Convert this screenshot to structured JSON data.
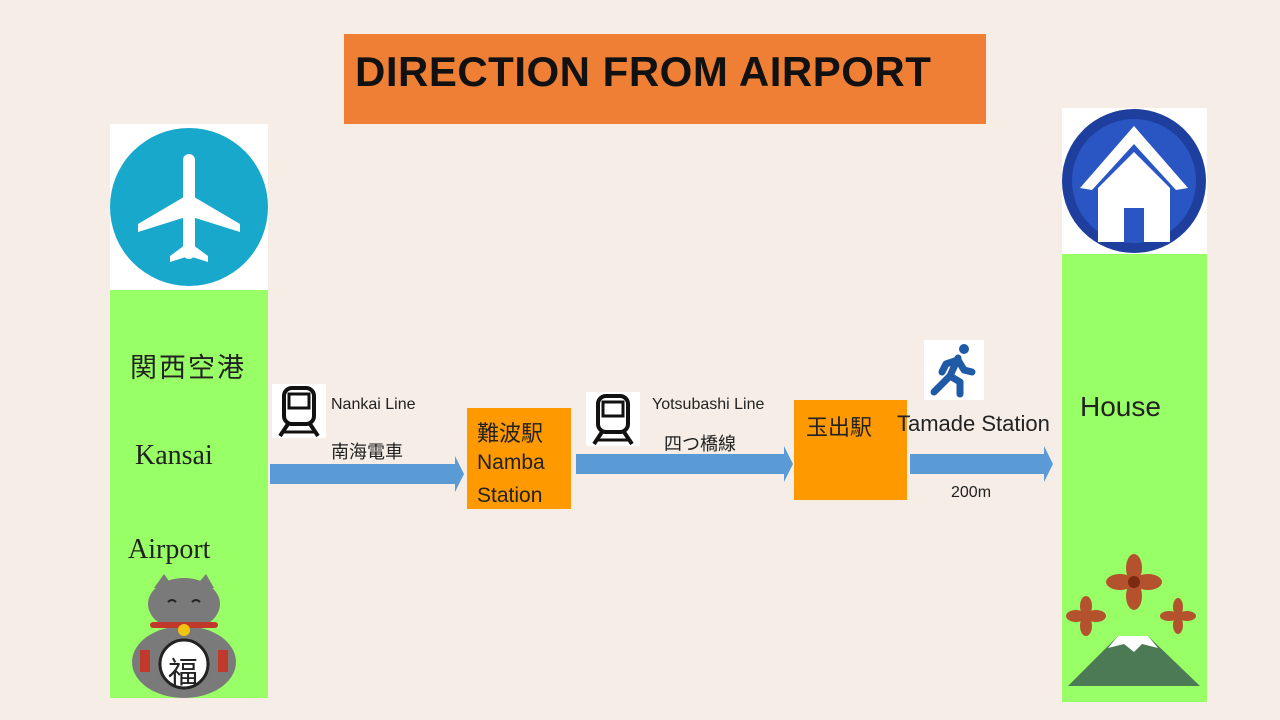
{
  "title": "DIRECTION FROM AIRPORT",
  "origin": {
    "jp": "関西空港",
    "line1": "Kansai",
    "line2": "Airport",
    "lucky_cat_char": "福"
  },
  "legs": [
    {
      "line_en": "Nankai  Line",
      "line_jp": "南海電車"
    },
    {
      "line_en": "Yotsubashi Line",
      "line_jp": "四つ橋線"
    },
    {
      "distance": "200m"
    }
  ],
  "stations": [
    {
      "jp": "難波駅",
      "en1": "Namba",
      "en2": "Station"
    },
    {
      "jp": "玉出駅",
      "en": "Tamade Station"
    }
  ],
  "destination": {
    "label": "House"
  },
  "colors": {
    "title_bg": "#ee7f35",
    "column_green": "#99ff66",
    "station_orange": "#ff9900",
    "arrow_blue": "#5b9bd5",
    "plane_circle": "#18a8cc",
    "house_circle": "#1f3f9e"
  }
}
